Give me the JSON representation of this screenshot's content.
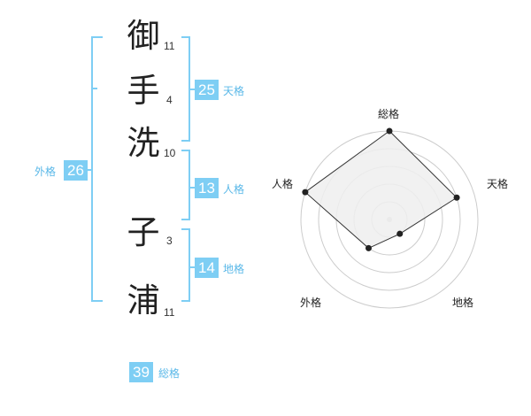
{
  "name_chars": [
    {
      "char": "御",
      "strokes": "11"
    },
    {
      "char": "手",
      "strokes": "4"
    },
    {
      "char": "洗",
      "strokes": "10"
    },
    {
      "char": "子",
      "strokes": "3"
    },
    {
      "char": "浦",
      "strokes": "11"
    }
  ],
  "fortunes": {
    "tenkaku": {
      "value": "25",
      "label": "天格"
    },
    "jinkaku": {
      "value": "13",
      "label": "人格"
    },
    "chikaku": {
      "value": "14",
      "label": "地格"
    },
    "gaikaku": {
      "value": "26",
      "label": "外格"
    },
    "soukaku": {
      "value": "39",
      "label": "総格"
    }
  },
  "radar": {
    "axes": [
      "総格",
      "天格",
      "地格",
      "外格",
      "人格"
    ],
    "levels": 5,
    "values": [
      5,
      4,
      1,
      2,
      5
    ]
  },
  "colors": {
    "accent": "#7ecef4",
    "label": "#5ab8e8",
    "radar_stroke": "#333333",
    "radar_fill": "#efefef",
    "grid": "#cccccc"
  }
}
